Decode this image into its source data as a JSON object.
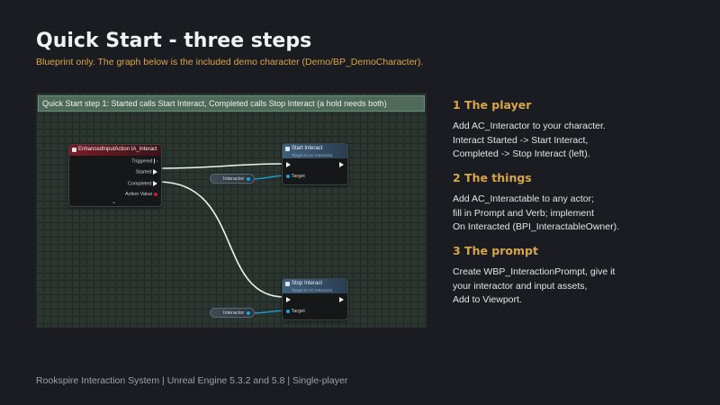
{
  "header": {
    "title": "Quick Start - three steps",
    "subtitle": "Blueprint only. The graph below is the included demo character (Demo/BP_DemoCharacter)."
  },
  "graph": {
    "comment": "Quick Start step 1: Started calls Start Interact, Completed calls Stop Interact (a hold needs both)",
    "input_node": {
      "title": "EnhancedInputAction IA_Interact",
      "pins": [
        "Triggered",
        "Started",
        "Completed",
        "Action Value"
      ]
    },
    "start_node": {
      "title": "Start Interact",
      "subtitle": "Target is AC Interactor",
      "target_label": "Target"
    },
    "stop_node": {
      "title": "Stop Interact",
      "subtitle": "Target is AC Interactor",
      "target_label": "Target"
    },
    "var_label": "Interactor"
  },
  "steps": [
    {
      "title": "1  The player",
      "lines": [
        "Add AC_Interactor to your character.",
        "Interact Started -> Start Interact,",
        "Completed -> Stop Interact (left)."
      ]
    },
    {
      "title": "2  The things",
      "lines": [
        "Add AC_Interactable to any actor;",
        "fill in Prompt and Verb; implement",
        "On Interacted (BPI_InteractableOwner)."
      ]
    },
    {
      "title": "3  The prompt",
      "lines": [
        "Create WBP_InteractionPrompt, give it",
        "your interactor and input assets,",
        "Add to Viewport."
      ]
    }
  ],
  "footer": "Rookspire Interaction System  |  Unreal Engine 5.3.2 and 5.8  |  Single-player",
  "colors": {
    "accent": "#d8a54a",
    "background": "#1b1c21",
    "graph_bg": "#2b3631",
    "pin_blue": "#16a7e2",
    "event_red": "#7c1a24"
  }
}
